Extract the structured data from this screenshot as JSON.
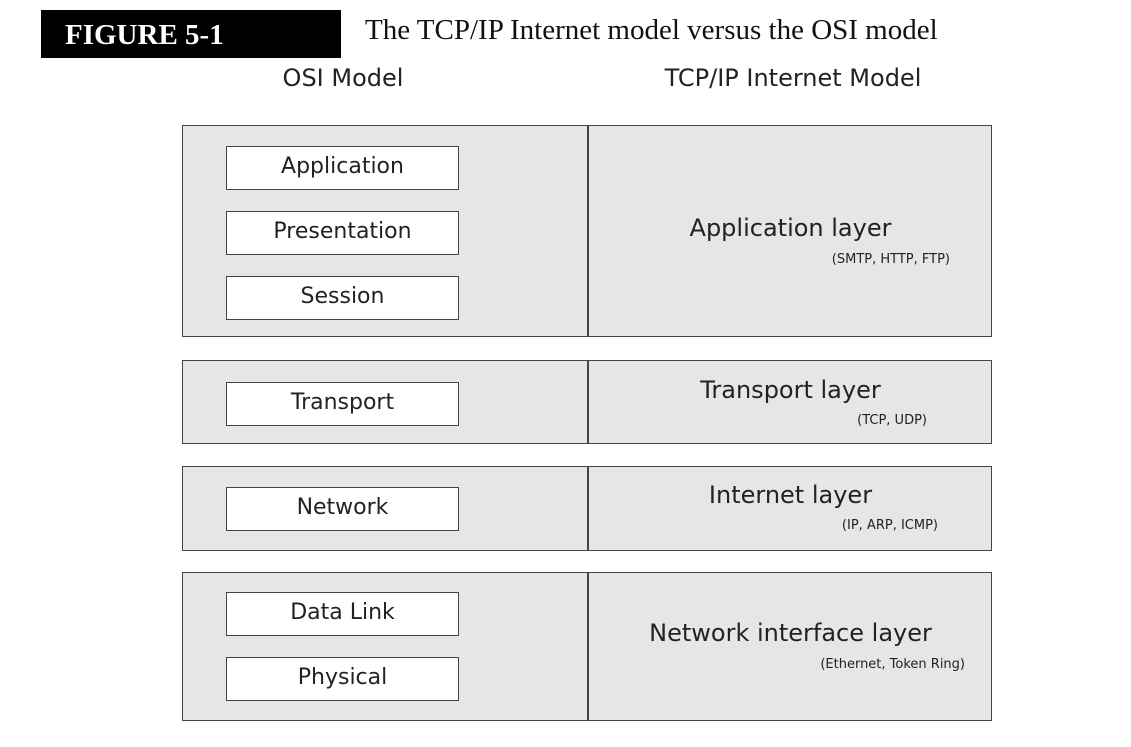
{
  "figure": {
    "label": "FIGURE 5-1",
    "title": "The TCP/IP Internet model versus the OSI model"
  },
  "columns": {
    "osi": "OSI Model",
    "tcpip": "TCP/IP Internet Model"
  },
  "groups": [
    {
      "osi": [
        "Application",
        "Presentation",
        "Session"
      ],
      "tcpip_layer": "Application layer",
      "protocols": "(SMTP, HTTP, FTP)"
    },
    {
      "osi": [
        "Transport"
      ],
      "tcpip_layer": "Transport layer",
      "protocols": "(TCP, UDP)"
    },
    {
      "osi": [
        "Network"
      ],
      "tcpip_layer": "Internet layer",
      "protocols": "(IP, ARP, ICMP)"
    },
    {
      "osi": [
        "Data Link",
        "Physical"
      ],
      "tcpip_layer": "Network interface layer",
      "protocols": "(Ethernet, Token Ring)"
    }
  ]
}
